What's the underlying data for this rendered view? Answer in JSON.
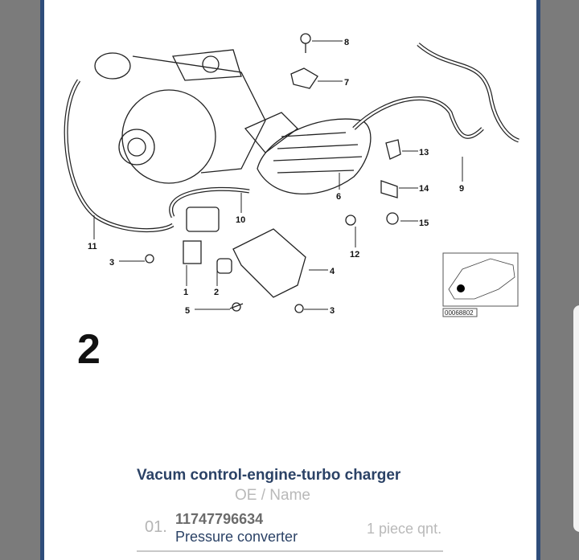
{
  "diagram": {
    "figure_number": "2",
    "callouts": [
      "8",
      "7",
      "13",
      "14",
      "9",
      "15",
      "6",
      "10",
      "12",
      "11",
      "3",
      "4",
      "1",
      "2",
      "5",
      "3"
    ],
    "inset_code": "00068802"
  },
  "section": {
    "title": "Vacum control-engine-turbo charger",
    "subtitle": "OE / Name"
  },
  "parts": [
    {
      "index": "01.",
      "oe": "11747796634",
      "name": "Pressure converter",
      "quantity": "1 piece qnt."
    }
  ]
}
